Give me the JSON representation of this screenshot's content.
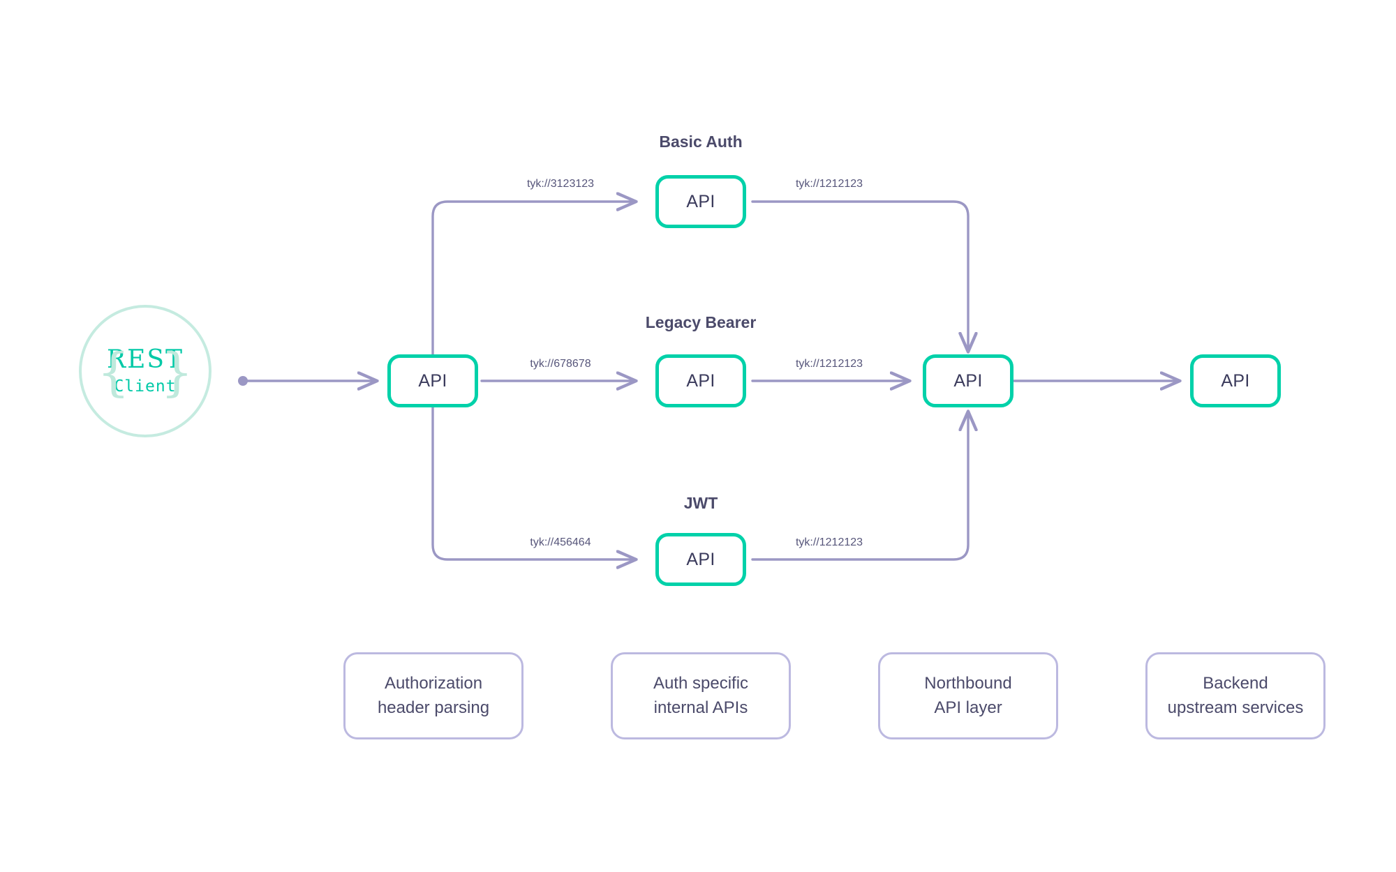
{
  "diagram": {
    "title": "Tyk auth chaining API flow",
    "colors": {
      "api_border": "#00d1a9",
      "connector": "#9b97c4",
      "caption_border": "#bcb9e0",
      "text_dark": "#4b4a6a",
      "client_accent": "#00c9a7",
      "client_ring": "#c5ebe0",
      "background": "#ffffff"
    }
  },
  "client": {
    "brace_left": "{",
    "brace_right": "}",
    "line1": "REST",
    "line2": "Client"
  },
  "group_titles": [
    {
      "label": "Basic Auth"
    },
    {
      "label": "Legacy Bearer"
    },
    {
      "label": "JWT"
    }
  ],
  "nodes": [
    {
      "id": "entry",
      "label": "API"
    },
    {
      "id": "basic_auth",
      "label": "API"
    },
    {
      "id": "legacy",
      "label": "API"
    },
    {
      "id": "jwt",
      "label": "API"
    },
    {
      "id": "northbound",
      "label": "API"
    },
    {
      "id": "backend",
      "label": "API"
    }
  ],
  "edge_labels": [
    {
      "id": "to_basic",
      "label": "tyk://3123123"
    },
    {
      "id": "to_legacy",
      "label": "tyk://678678"
    },
    {
      "id": "to_jwt",
      "label": "tyk://456464"
    },
    {
      "id": "basic_to_north",
      "label": "tyk://1212123"
    },
    {
      "id": "legacy_to_north",
      "label": "tyk://1212123"
    },
    {
      "id": "jwt_to_north",
      "label": "tyk://1212123"
    }
  ],
  "captions": [
    {
      "id": "authorization-header-parsing",
      "label": "Authorization\nheader parsing"
    },
    {
      "id": "auth-specific-internal-apis",
      "label": "Auth specific\ninternal APIs"
    },
    {
      "id": "northbound-api-layer",
      "label": "Northbound\nAPI layer"
    },
    {
      "id": "backend-upstream-services",
      "label": "Backend\nupstream services"
    }
  ]
}
